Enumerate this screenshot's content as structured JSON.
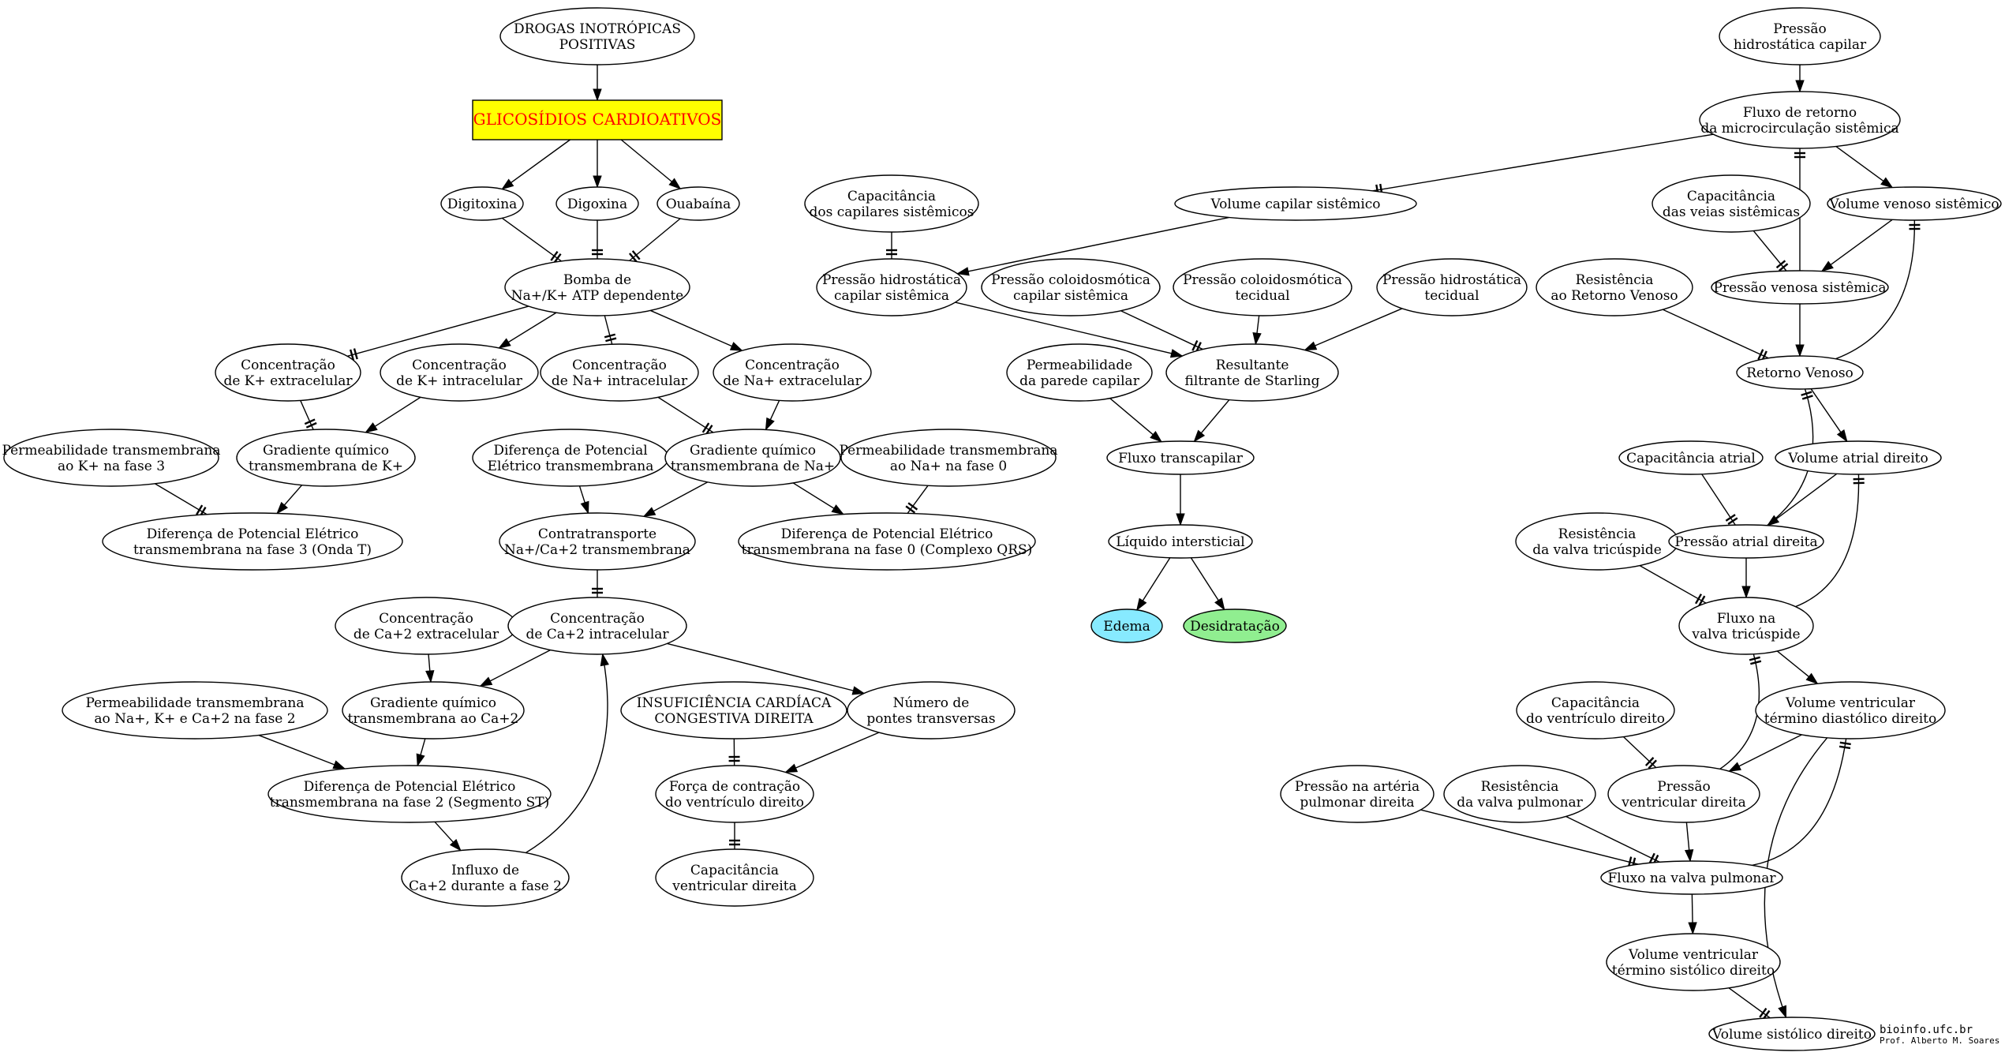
{
  "colors": {
    "title_fill": "#ffff00",
    "title_text": "#ff0000",
    "edema_fill": "#87eaff",
    "desidratacao_fill": "#90ee90",
    "line": "#000000",
    "background": "#ffffff"
  },
  "nodes": [
    {
      "id": "drogas",
      "lines": [
        "DROGAS INOTRÓPICAS",
        "POSITIVAS"
      ]
    },
    {
      "id": "glicosidios",
      "lines": [
        "GLICOSÍDIOS CARDIOATIVOS"
      ],
      "shape": "box",
      "fill": "#ffff00",
      "text_color": "#ff0000"
    },
    {
      "id": "digitoxina",
      "lines": [
        "Digitoxina"
      ]
    },
    {
      "id": "digoxina",
      "lines": [
        "Digoxina"
      ]
    },
    {
      "id": "ouabaina",
      "lines": [
        "Ouabaína"
      ]
    },
    {
      "id": "bomba",
      "lines": [
        "Bomba de",
        "Na+/K+ ATP dependente"
      ]
    },
    {
      "id": "k_ext",
      "lines": [
        "Concentração",
        "de K+ extracelular"
      ]
    },
    {
      "id": "k_int",
      "lines": [
        "Concentração",
        "de K+ intracelular"
      ]
    },
    {
      "id": "na_int",
      "lines": [
        "Concentração",
        "de Na+ intracelular"
      ]
    },
    {
      "id": "na_ext",
      "lines": [
        "Concentração",
        "de Na+ extracelular"
      ]
    },
    {
      "id": "perm_k",
      "lines": [
        "Permeabilidade transmembrana",
        "ao K+ na fase 3"
      ]
    },
    {
      "id": "grad_k",
      "lines": [
        "Gradiente químico",
        "transmembrana de K+"
      ]
    },
    {
      "id": "dif_pot_elet",
      "lines": [
        "Diferença de Potencial",
        "Elétrico transmembrana"
      ]
    },
    {
      "id": "grad_na",
      "lines": [
        "Gradiente químico",
        "transmembrana de Na+"
      ]
    },
    {
      "id": "perm_na",
      "lines": [
        "Permeabilidade transmembrana",
        "ao Na+ na fase 0"
      ]
    },
    {
      "id": "dp_fase3",
      "lines": [
        "Diferença de Potencial Elétrico",
        "transmembrana na fase 3 (Onda T)"
      ]
    },
    {
      "id": "contratransporte",
      "lines": [
        "Contratransporte",
        "Na+/Ca+2 transmembrana"
      ]
    },
    {
      "id": "dp_fase0",
      "lines": [
        "Diferença de Potencial Elétrico",
        "transmembrana na fase 0 (Complexo QRS)"
      ]
    },
    {
      "id": "ca_ext",
      "lines": [
        "Concentração",
        "de Ca+2 extracelular"
      ]
    },
    {
      "id": "ca_int",
      "lines": [
        "Concentração",
        "de Ca+2 intracelular"
      ]
    },
    {
      "id": "perm_nakca",
      "lines": [
        "Permeabilidade transmembrana",
        "ao Na+, K+ e Ca+2 na fase 2"
      ]
    },
    {
      "id": "grad_ca",
      "lines": [
        "Gradiente químico",
        "transmembrana ao Ca+2"
      ]
    },
    {
      "id": "icc_dir",
      "lines": [
        "INSUFICIÊNCIA CARDÍACA",
        "CONGESTIVA DIREITA"
      ]
    },
    {
      "id": "pontes",
      "lines": [
        "Número de",
        "pontes transversas"
      ]
    },
    {
      "id": "dp_fase2",
      "lines": [
        "Diferença de Potencial Elétrico",
        "transmembrana na fase 2 (Segmento ST)"
      ]
    },
    {
      "id": "forca_contr",
      "lines": [
        "Força de contração",
        "do ventrículo direito"
      ]
    },
    {
      "id": "influxo_ca",
      "lines": [
        "Influxo de",
        "Ca+2 durante a fase 2"
      ]
    },
    {
      "id": "cap_vent_dir",
      "lines": [
        "Capacitância",
        "ventricular direita"
      ]
    },
    {
      "id": "cap_capilares",
      "lines": [
        "Capacitância",
        "dos capilares sistêmicos"
      ]
    },
    {
      "id": "vol_cap_sist",
      "lines": [
        "Volume capilar sistêmico"
      ]
    },
    {
      "id": "p_hidro_cap_sist",
      "lines": [
        "Pressão hidrostática",
        "capilar sistêmica"
      ]
    },
    {
      "id": "p_colo_cap_sist",
      "lines": [
        "Pressão coloidosmótica",
        "capilar sistêmica"
      ]
    },
    {
      "id": "p_colo_tec",
      "lines": [
        "Pressão coloidosmótica",
        "tecidual"
      ]
    },
    {
      "id": "p_hidro_tec",
      "lines": [
        "Pressão hidrostática",
        "tecidual"
      ]
    },
    {
      "id": "perm_parede",
      "lines": [
        "Permeabilidade",
        "da parede capilar"
      ]
    },
    {
      "id": "starling",
      "lines": [
        "Resultante",
        "filtrante de Starling"
      ]
    },
    {
      "id": "fluxo_transcap",
      "lines": [
        "Fluxo transcapilar"
      ]
    },
    {
      "id": "liq_inter",
      "lines": [
        "Líquido intersticial"
      ]
    },
    {
      "id": "edema",
      "lines": [
        "Edema"
      ],
      "fill": "#87eaff"
    },
    {
      "id": "desidratacao",
      "lines": [
        "Desidratação"
      ],
      "fill": "#90ee90"
    },
    {
      "id": "p_hidro_cap",
      "lines": [
        "Pressão",
        "hidrostática capilar"
      ]
    },
    {
      "id": "fluxo_retorno",
      "lines": [
        "Fluxo de retorno",
        "da microcirculação sistêmica"
      ]
    },
    {
      "id": "cap_veias",
      "lines": [
        "Capacitância",
        "das veias sistêmicas"
      ]
    },
    {
      "id": "vol_venoso",
      "lines": [
        "Volume venoso sistêmico"
      ]
    },
    {
      "id": "resist_ret_ven",
      "lines": [
        "Resistência",
        "ao Retorno Venoso"
      ]
    },
    {
      "id": "p_venosa",
      "lines": [
        "Pressão venosa sistêmica"
      ]
    },
    {
      "id": "retorno_venoso",
      "lines": [
        "Retorno Venoso"
      ]
    },
    {
      "id": "cap_atrial",
      "lines": [
        "Capacitância atrial"
      ]
    },
    {
      "id": "vol_atrial",
      "lines": [
        "Volume atrial direito"
      ]
    },
    {
      "id": "resist_tric",
      "lines": [
        "Resistência",
        "da valva tricúspide"
      ]
    },
    {
      "id": "p_atrial",
      "lines": [
        "Pressão atrial direita"
      ]
    },
    {
      "id": "fluxo_tric",
      "lines": [
        "Fluxo na",
        "valva tricúspide"
      ]
    },
    {
      "id": "cap_vent",
      "lines": [
        "Capacitância",
        "do ventrículo direito"
      ]
    },
    {
      "id": "vol_vent_diast",
      "lines": [
        "Volume ventricular",
        "término diastólico direito"
      ]
    },
    {
      "id": "p_art_pulm",
      "lines": [
        "Pressão na artéria",
        "pulmonar direita"
      ]
    },
    {
      "id": "resist_pulm",
      "lines": [
        "Resistência",
        "da valva pulmonar"
      ]
    },
    {
      "id": "p_vent",
      "lines": [
        "Pressão",
        "ventricular direita"
      ]
    },
    {
      "id": "fluxo_pulm",
      "lines": [
        "Fluxo na valva pulmonar"
      ]
    },
    {
      "id": "vol_vent_sist",
      "lines": [
        "Volume ventricular",
        "término sistólico direito"
      ]
    },
    {
      "id": "vol_sistolico",
      "lines": [
        "Volume sistólico direito"
      ]
    }
  ],
  "edges": [
    {
      "from": "drogas",
      "to": "glicosidios",
      "type": "arrow"
    },
    {
      "from": "glicosidios",
      "to": "digitoxina",
      "type": "arrow"
    },
    {
      "from": "glicosidios",
      "to": "digoxina",
      "type": "arrow"
    },
    {
      "from": "glicosidios",
      "to": "ouabaina",
      "type": "arrow"
    },
    {
      "from": "digitoxina",
      "to": "bomba",
      "type": "inhibit"
    },
    {
      "from": "digoxina",
      "to": "bomba",
      "type": "inhibit"
    },
    {
      "from": "ouabaina",
      "to": "bomba",
      "type": "inhibit"
    },
    {
      "from": "bomba",
      "to": "k_ext",
      "type": "inhibit"
    },
    {
      "from": "bomba",
      "to": "k_int",
      "type": "arrow"
    },
    {
      "from": "bomba",
      "to": "na_int",
      "type": "inhibit"
    },
    {
      "from": "bomba",
      "to": "na_ext",
      "type": "arrow"
    },
    {
      "from": "k_ext",
      "to": "grad_k",
      "type": "inhibit"
    },
    {
      "from": "k_int",
      "to": "grad_k",
      "type": "arrow"
    },
    {
      "from": "na_int",
      "to": "grad_na",
      "type": "inhibit"
    },
    {
      "from": "na_ext",
      "to": "grad_na",
      "type": "arrow"
    },
    {
      "from": "perm_k",
      "to": "dp_fase3",
      "type": "inhibit"
    },
    {
      "from": "grad_k",
      "to": "dp_fase3",
      "type": "arrow"
    },
    {
      "from": "dif_pot_elet",
      "to": "contratransporte",
      "type": "arrow"
    },
    {
      "from": "grad_na",
      "to": "contratransporte",
      "type": "arrow"
    },
    {
      "from": "grad_na",
      "to": "dp_fase0",
      "type": "arrow"
    },
    {
      "from": "perm_na",
      "to": "dp_fase0",
      "type": "inhibit"
    },
    {
      "from": "contratransporte",
      "to": "ca_int",
      "type": "inhibit"
    },
    {
      "from": "ca_ext",
      "to": "grad_ca",
      "type": "arrow"
    },
    {
      "from": "ca_int",
      "to": "grad_ca",
      "type": "arrow"
    },
    {
      "from": "ca_int",
      "to": "pontes",
      "type": "arrow"
    },
    {
      "from": "perm_nakca",
      "to": "dp_fase2",
      "type": "arrow"
    },
    {
      "from": "grad_ca",
      "to": "dp_fase2",
      "type": "arrow"
    },
    {
      "from": "dp_fase2",
      "to": "influxo_ca",
      "type": "arrow"
    },
    {
      "from": "influxo_ca",
      "to": "ca_int",
      "type": "arrow",
      "curve": true
    },
    {
      "from": "icc_dir",
      "to": "forca_contr",
      "type": "inhibit"
    },
    {
      "from": "pontes",
      "to": "forca_contr",
      "type": "arrow"
    },
    {
      "from": "forca_contr",
      "to": "cap_vent_dir",
      "type": "inhibit"
    },
    {
      "from": "cap_capilares",
      "to": "p_hidro_cap_sist",
      "type": "inhibit"
    },
    {
      "from": "vol_cap_sist",
      "to": "p_hidro_cap_sist",
      "type": "arrow"
    },
    {
      "from": "fluxo_retorno",
      "to": "vol_cap_sist",
      "type": "inhibit"
    },
    {
      "from": "p_hidro_cap_sist",
      "to": "starling",
      "type": "arrow"
    },
    {
      "from": "p_colo_cap_sist",
      "to": "starling",
      "type": "inhibit"
    },
    {
      "from": "p_colo_tec",
      "to": "starling",
      "type": "arrow"
    },
    {
      "from": "p_hidro_tec",
      "to": "starling",
      "type": "arrow"
    },
    {
      "from": "perm_parede",
      "to": "fluxo_transcap",
      "type": "arrow"
    },
    {
      "from": "starling",
      "to": "fluxo_transcap",
      "type": "arrow"
    },
    {
      "from": "fluxo_transcap",
      "to": "liq_inter",
      "type": "arrow"
    },
    {
      "from": "liq_inter",
      "to": "edema",
      "type": "arrow"
    },
    {
      "from": "liq_inter",
      "to": "desidratacao",
      "type": "arrow"
    },
    {
      "from": "p_hidro_cap",
      "to": "fluxo_retorno",
      "type": "arrow"
    },
    {
      "from": "fluxo_retorno",
      "to": "vol_venoso",
      "type": "arrow"
    },
    {
      "from": "fluxo_retorno",
      "to": "p_venosa",
      "type": "inhibit_from"
    },
    {
      "from": "cap_veias",
      "to": "p_venosa",
      "type": "inhibit"
    },
    {
      "from": "vol_venoso",
      "to": "p_venosa",
      "type": "arrow"
    },
    {
      "from": "p_venosa",
      "to": "retorno_venoso",
      "type": "arrow"
    },
    {
      "from": "resist_ret_ven",
      "to": "retorno_venoso",
      "type": "inhibit"
    },
    {
      "from": "retorno_venoso",
      "to": "vol_venoso",
      "type": "inhibit",
      "curve": true
    },
    {
      "from": "retorno_venoso",
      "to": "vol_atrial",
      "type": "arrow"
    },
    {
      "from": "p_atrial",
      "to": "retorno_venoso",
      "type": "inhibit",
      "curve": true
    },
    {
      "from": "cap_atrial",
      "to": "p_atrial",
      "type": "inhibit"
    },
    {
      "from": "vol_atrial",
      "to": "p_atrial",
      "type": "arrow"
    },
    {
      "from": "p_atrial",
      "to": "fluxo_tric",
      "type": "arrow"
    },
    {
      "from": "resist_tric",
      "to": "fluxo_tric",
      "type": "inhibit"
    },
    {
      "from": "fluxo_tric",
      "to": "vol_atrial",
      "type": "inhibit",
      "curve": true
    },
    {
      "from": "fluxo_tric",
      "to": "vol_vent_diast",
      "type": "arrow"
    },
    {
      "from": "p_vent",
      "to": "fluxo_tric",
      "type": "inhibit",
      "curve": true
    },
    {
      "from": "cap_vent",
      "to": "p_vent",
      "type": "inhibit"
    },
    {
      "from": "vol_vent_diast",
      "to": "p_vent",
      "type": "arrow"
    },
    {
      "from": "p_vent",
      "to": "fluxo_pulm",
      "type": "arrow"
    },
    {
      "from": "p_art_pulm",
      "to": "fluxo_pulm",
      "type": "inhibit"
    },
    {
      "from": "resist_pulm",
      "to": "fluxo_pulm",
      "type": "inhibit"
    },
    {
      "from": "fluxo_pulm",
      "to": "vol_vent_diast",
      "type": "inhibit",
      "curve": true
    },
    {
      "from": "fluxo_pulm",
      "to": "vol_vent_sist",
      "type": "arrow"
    },
    {
      "from": "vol_vent_diast",
      "to": "vol_sistolico",
      "type": "arrow",
      "curve": true
    },
    {
      "from": "vol_vent_sist",
      "to": "vol_sistolico",
      "type": "inhibit"
    }
  ],
  "credit": {
    "site": "bioinfo.ufc.br",
    "author": "Prof. Alberto M. Soares"
  }
}
